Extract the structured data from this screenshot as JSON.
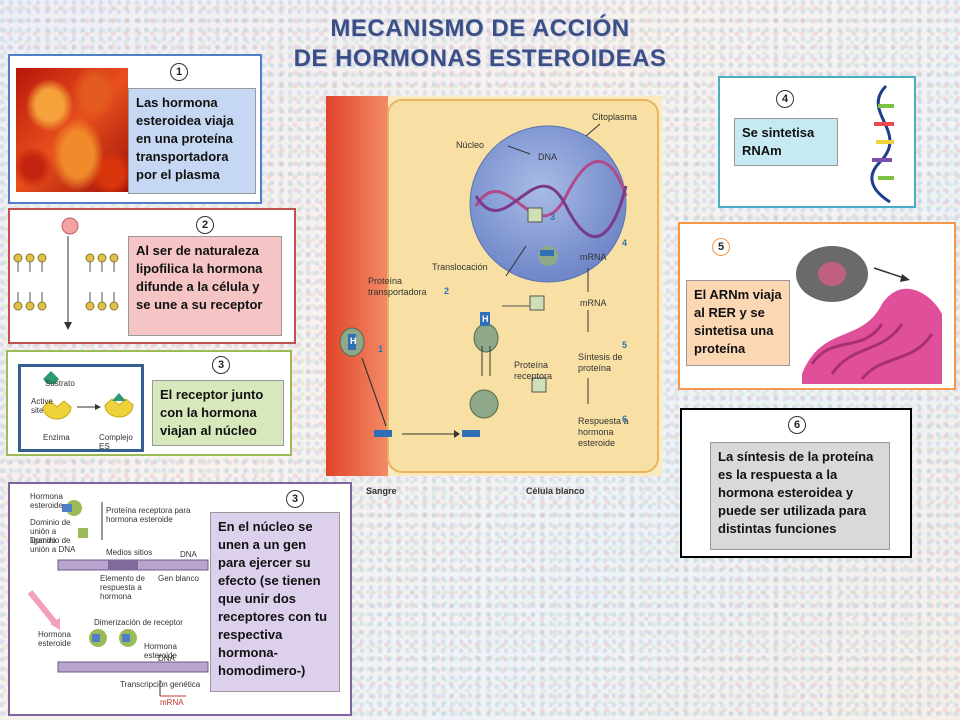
{
  "title": {
    "line1": "MECANISMO DE ACCIÓN",
    "line2": "DE HORMONAS ESTEROIDEAS"
  },
  "steps": [
    {
      "num": "1",
      "text": "Las hormona esteroidea viaja en una proteína transportadora por el plasma"
    },
    {
      "num": "2",
      "text": "Al ser de naturaleza lipofilica la hormona difunde a la célula y se une a su receptor"
    },
    {
      "num": "3",
      "text": "El receptor junto con la hormona viajan al núcleo"
    },
    {
      "num": "3",
      "text": "En el núcleo se unen a un gen para ejercer su efecto (se tienen que unir dos receptores con tu respectiva hormona- homodimero-)"
    },
    {
      "num": "4",
      "text": "Se sintetisa RNAm"
    },
    {
      "num": "5",
      "text": "El ARNm viaja al RER y se sintetisa una proteína"
    },
    {
      "num": "6",
      "text": "La síntesis de la proteína es la respuesta a la hormona esteroidea y puede ser utilizada para distintas funciones"
    }
  ],
  "center_diagram": {
    "citoplasma": "Citoplasma",
    "nucleo": "Núcleo",
    "dna": "DNA",
    "translocacion": "Translocación",
    "mrna1": "mRNA",
    "mrna2": "mRNA",
    "sintesis": "Síntesis de proteína",
    "respuesta": "Respuesta a hormona esteroide",
    "proteina_transportadora": "Proteína transportadora",
    "proteina_receptora": "Proteína receptora",
    "sangre": "Sangre",
    "celula_blanco": "Célula blanco",
    "h": "H",
    "markers": [
      "1",
      "2",
      "3",
      "4",
      "5",
      "6"
    ]
  },
  "enzyme_diagram": {
    "sustrato": "Sustrato",
    "active_site": "Active site",
    "enzima": "Enzima",
    "complejo": "Complejo ES"
  },
  "nuclear_diagram": {
    "hormona_esteroide": "Hormona esteroide",
    "proteina_receptora": "Proteína receptora para hormona esteroide",
    "dominio_ligando": "Dominio de unión a ligando",
    "dominio_dna": "Dominio de unión a DNA",
    "medios_sitios": "Medios sitios",
    "dna": "DNA",
    "gen_blanco": "Gen blanco",
    "elemento": "Elemento de respuesta a hormona",
    "dimerizacion": "Dimerización de receptor",
    "hormona_esteroide2": "Hormona esteroide",
    "hormona_esteroide3": "Hormona esteroide",
    "dna2": "DNA",
    "transcripcion": "Transcripción genética",
    "mrna": "mRNA"
  },
  "colors": {
    "panel1": "#4f7fc6",
    "panel2": "#c0504d",
    "panel3": "#9bbb59",
    "panel4": "#8064a2",
    "panel5": "#4bacc6",
    "panel6": "#f79646",
    "panel7": "#000000"
  }
}
